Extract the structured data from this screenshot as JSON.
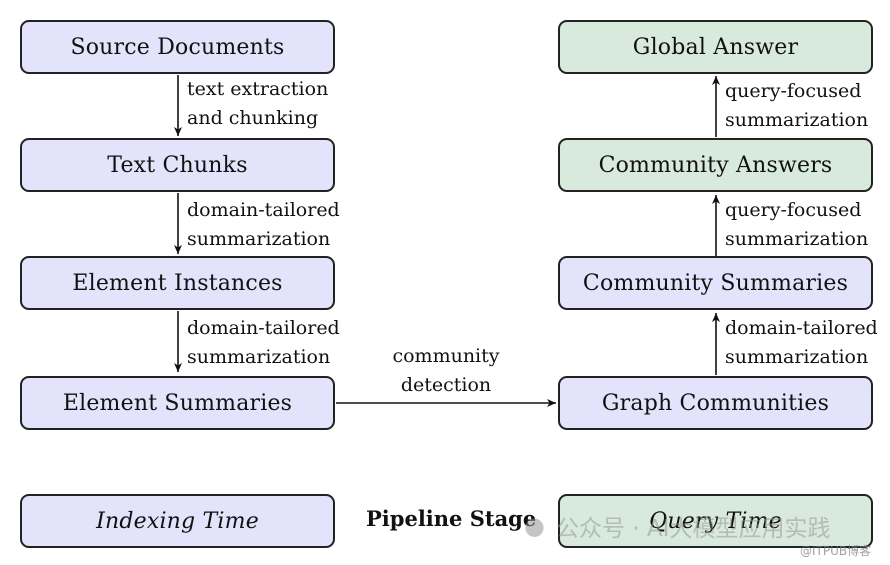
{
  "nodes": {
    "source_documents": "Source Documents",
    "text_chunks": "Text Chunks",
    "element_instances": "Element Instances",
    "element_summaries": "Element Summaries",
    "graph_communities": "Graph Communities",
    "community_summaries": "Community Summaries",
    "community_answers": "Community Answers",
    "global_answer": "Global Answer"
  },
  "edges": {
    "extraction": [
      "text extraction",
      "and chunking"
    ],
    "tailored_1": [
      "domain-tailored",
      "summarization"
    ],
    "tailored_2": [
      "domain-tailored",
      "summarization"
    ],
    "detection": [
      "community",
      "detection"
    ],
    "tailored_3": [
      "domain-tailored",
      "summarization"
    ],
    "focused_1": [
      "query-focused",
      "summarization"
    ],
    "focused_2": [
      "query-focused",
      "summarization"
    ]
  },
  "legend": {
    "indexing": "Indexing Time",
    "stage_label": "Pipeline Stage",
    "query": "Query Time"
  },
  "watermark": {
    "main": "公众号 · AI大模型应用实践",
    "source": "@ITPUB博客"
  },
  "colors": {
    "indexing_fill": "#e3e3fb",
    "query_fill": "#d7eadb",
    "stroke": "#222222"
  }
}
